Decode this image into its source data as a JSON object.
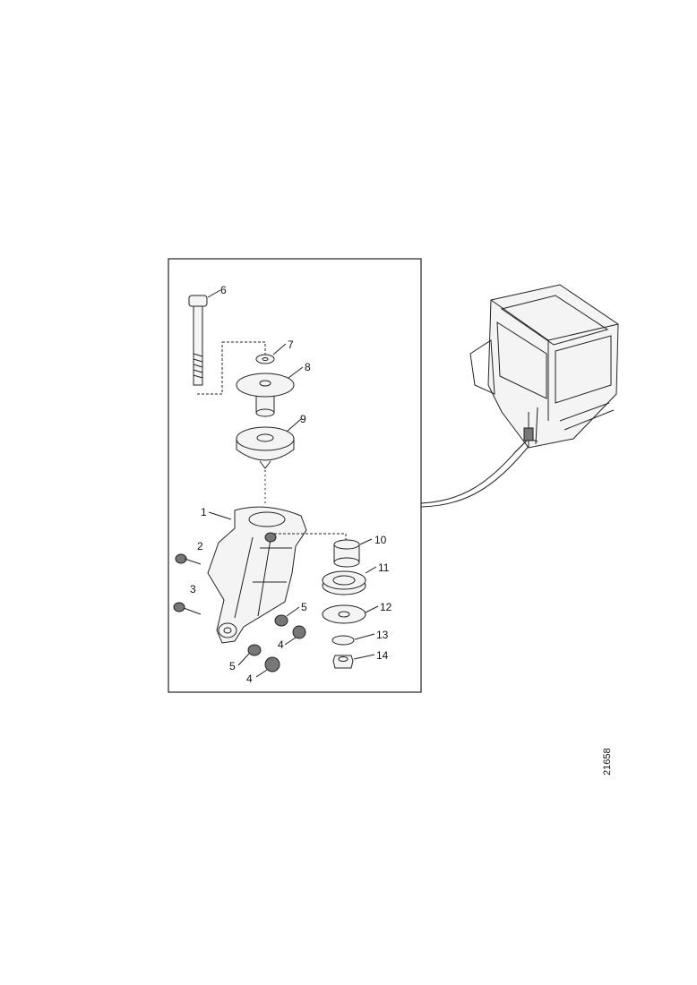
{
  "callouts": [
    {
      "id": "c6",
      "label": "6"
    },
    {
      "id": "c7",
      "label": "7"
    },
    {
      "id": "c8",
      "label": "8"
    },
    {
      "id": "c9",
      "label": "9"
    },
    {
      "id": "c1",
      "label": "1"
    },
    {
      "id": "c2",
      "label": "2"
    },
    {
      "id": "c3",
      "label": "3"
    },
    {
      "id": "c5a",
      "label": "5"
    },
    {
      "id": "c4a",
      "label": "4"
    },
    {
      "id": "c5b",
      "label": "5"
    },
    {
      "id": "c4b",
      "label": "4"
    },
    {
      "id": "c10",
      "label": "10"
    },
    {
      "id": "c11",
      "label": "11"
    },
    {
      "id": "c12",
      "label": "12"
    },
    {
      "id": "c13",
      "label": "13"
    },
    {
      "id": "c14",
      "label": "14"
    }
  ],
  "drawing_id": "21658"
}
